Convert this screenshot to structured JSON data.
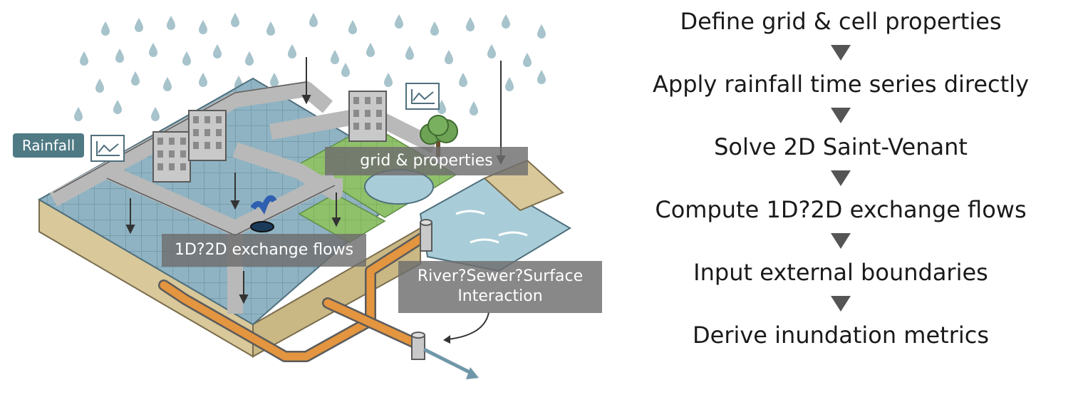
{
  "illustration": {
    "labels": {
      "rainfall": "Rainfall",
      "grid": "grid & properties",
      "exchange": "1D?2D exchange flows",
      "river": "River?Sewer?Surface Interaction"
    },
    "colors": {
      "water": "#8fb3c2",
      "road": "#b9b9b9",
      "grass": "#8fc06a",
      "soil": "#d8c89a",
      "pipe": "#e3953f",
      "river": "#a9cdd8",
      "rain": "#a7c3cc"
    }
  },
  "workflow": {
    "steps": [
      "Define grid & cell properties",
      "Apply rainfall time series directly",
      "Solve 2D Saint-Venant",
      "Compute 1D?2D exchange flows",
      "Input external boundaries",
      "Derive inundation metrics"
    ]
  }
}
